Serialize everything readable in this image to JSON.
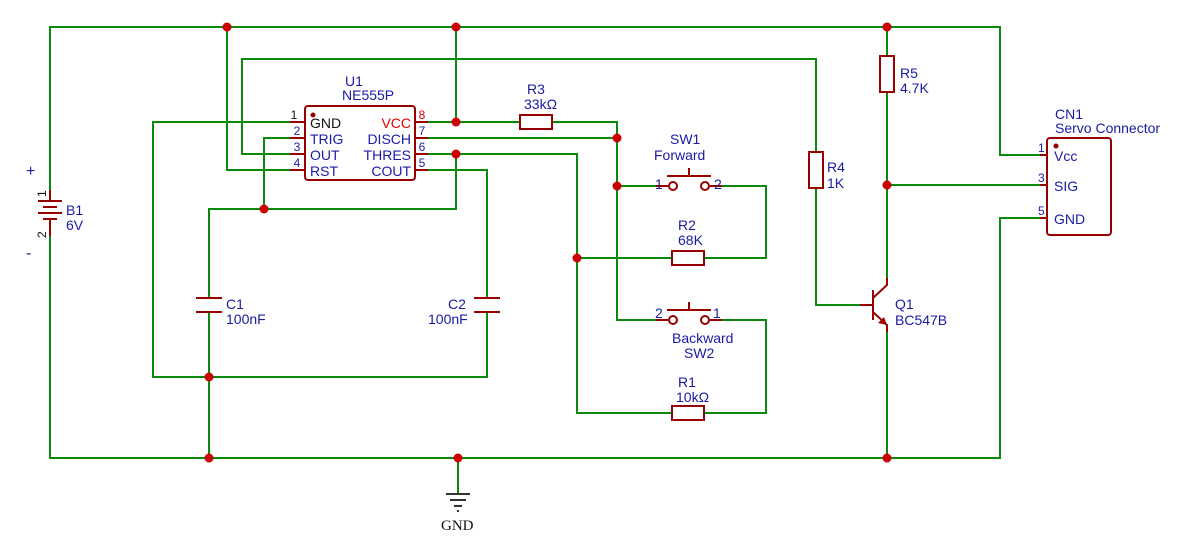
{
  "colors": {
    "wire": "#0a8a0a",
    "component": "#990000",
    "junction": "#cc0000",
    "label": "#1a1aa6",
    "vcc_pin": "#e00000"
  },
  "u1": {
    "ref": "U1",
    "value": "NE555P",
    "pins": [
      {
        "num": "1",
        "name": "GND"
      },
      {
        "num": "2",
        "name": "TRIG"
      },
      {
        "num": "3",
        "name": "OUT"
      },
      {
        "num": "4",
        "name": "RST"
      },
      {
        "num": "8",
        "name": "VCC"
      },
      {
        "num": "7",
        "name": "DISCH"
      },
      {
        "num": "6",
        "name": "THRES"
      },
      {
        "num": "5",
        "name": "COUT"
      }
    ]
  },
  "b1": {
    "ref": "B1",
    "value": "6V",
    "plus": "+",
    "minus": "-",
    "pin1": "1",
    "pin2": "2"
  },
  "c1": {
    "ref": "C1",
    "value": "100nF"
  },
  "c2": {
    "ref": "C2",
    "value": "100nF"
  },
  "r1": {
    "ref": "R1",
    "value": "10kΩ"
  },
  "r2": {
    "ref": "R2",
    "value": "68K"
  },
  "r3": {
    "ref": "R3",
    "value": "33kΩ"
  },
  "r4": {
    "ref": "R4",
    "value": "1K"
  },
  "r5": {
    "ref": "R5",
    "value": "4.7K"
  },
  "sw1": {
    "ref": "SW1",
    "value": "Forward",
    "pin_left": "1",
    "pin_right": "2"
  },
  "sw2": {
    "ref": "SW2",
    "value": "Backward",
    "pin_left": "2",
    "pin_right": "1"
  },
  "q1": {
    "ref": "Q1",
    "value": "BC547B"
  },
  "cn1": {
    "ref": "CN1",
    "value": "Servo Connector",
    "pins": [
      {
        "num": "1",
        "name": "Vcc"
      },
      {
        "num": "3",
        "name": "SIG"
      },
      {
        "num": "5",
        "name": "GND"
      }
    ]
  },
  "gnd": {
    "label": "GND"
  }
}
